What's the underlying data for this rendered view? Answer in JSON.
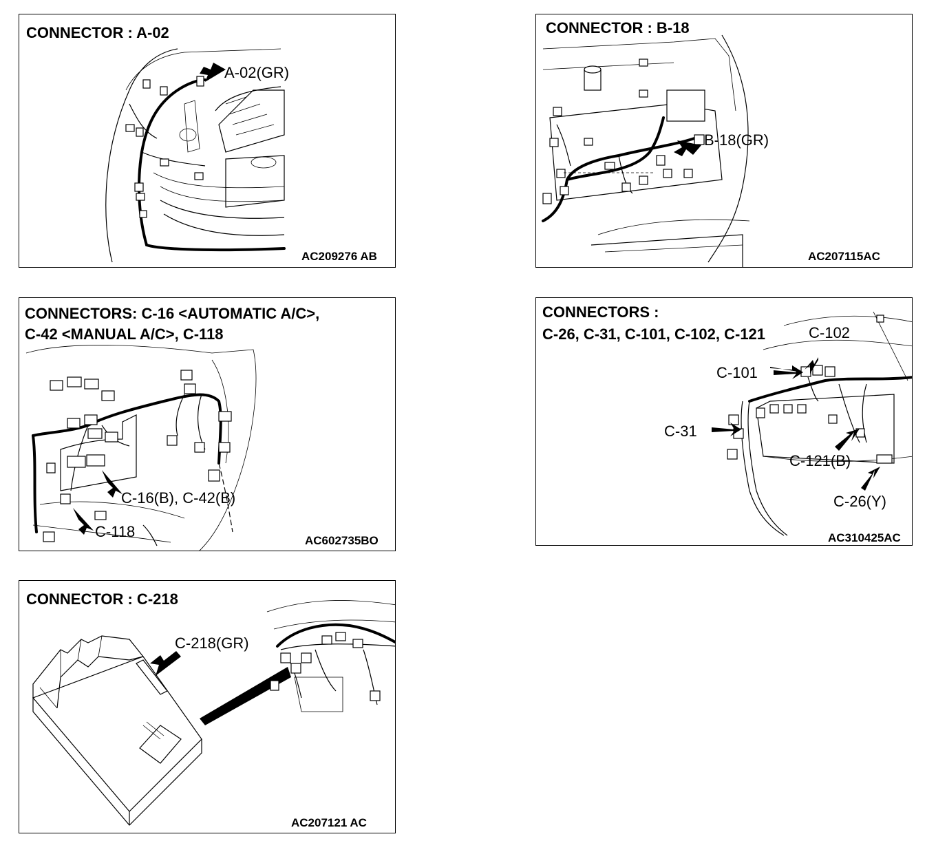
{
  "panels": [
    {
      "id": "a02",
      "title_lines": [
        "CONNECTOR : A-02"
      ],
      "callouts": [
        "A-02(GR)"
      ],
      "code": "AC209276 AB"
    },
    {
      "id": "b18",
      "title_lines": [
        "CONNECTOR : B-18"
      ],
      "callouts": [
        "B-18(GR)"
      ],
      "code": "AC207115AC"
    },
    {
      "id": "c16",
      "title_lines": [
        "CONNECTORS: C-16 <AUTOMATIC A/C>,",
        "C-42 <MANUAL A/C>, C-118"
      ],
      "callouts": [
        "C-16(B), C-42(B)",
        "C-118"
      ],
      "code": "AC602735BO"
    },
    {
      "id": "c26",
      "title_lines": [
        "CONNECTORS :",
        "C-26, C-31, C-101, C-102, C-121"
      ],
      "callouts": [
        "C-102",
        "C-101",
        "C-31",
        "C-121(B)",
        "C-26(Y)"
      ],
      "code": "AC310425AC"
    },
    {
      "id": "c218",
      "title_lines": [
        "CONNECTOR : C-218"
      ],
      "callouts": [
        "C-218(GR)"
      ],
      "code": "AC207121 AC"
    }
  ]
}
